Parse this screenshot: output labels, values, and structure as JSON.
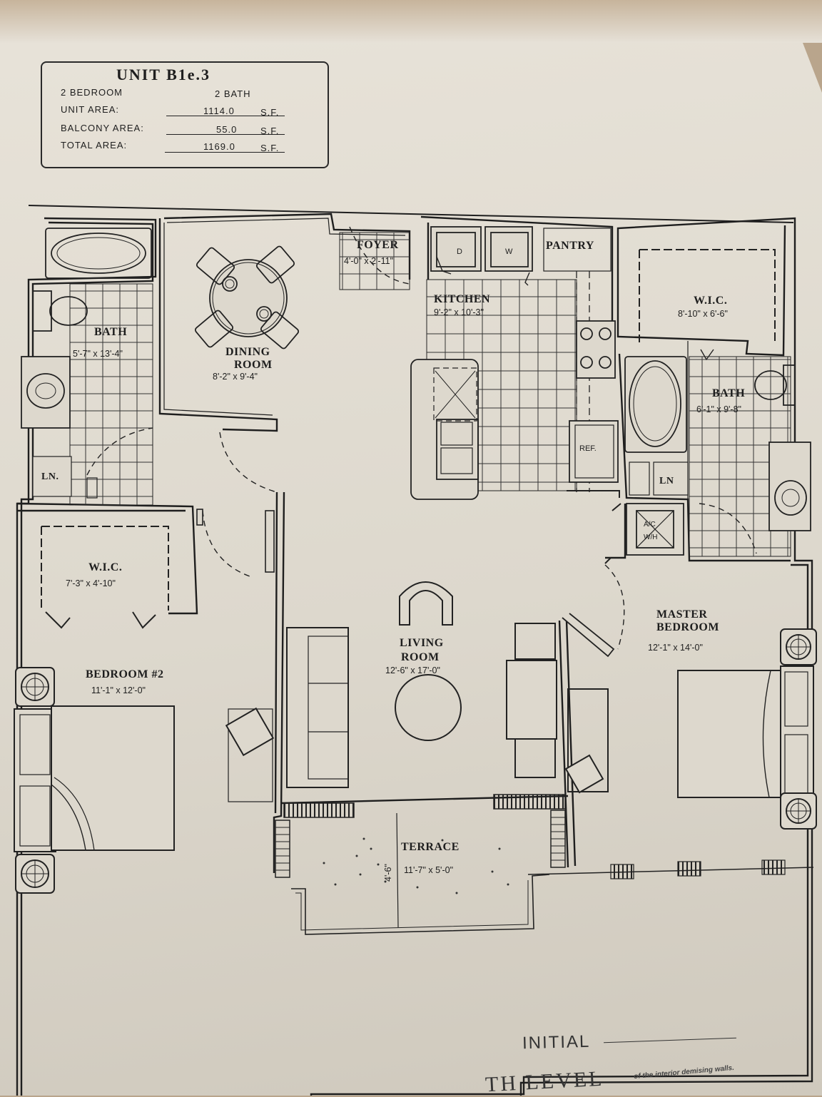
{
  "unit": {
    "title": "UNIT B1e.3",
    "bedrooms": "2 BEDROOM",
    "baths": "2 BATH",
    "rows": [
      {
        "label": "UNIT AREA:",
        "value": "1114.0",
        "unit": "S.F."
      },
      {
        "label": "BALCONY AREA:",
        "value": "55.0",
        "unit": "S.F."
      },
      {
        "label": "TOTAL AREA:",
        "value": "1169.0",
        "unit": "S.F."
      }
    ]
  },
  "rooms": {
    "foyer": {
      "name": "FOYER",
      "dim": "4'-0\" x 2'-11\""
    },
    "pantry": {
      "name": "PANTRY"
    },
    "kitchen": {
      "name": "KITCHEN",
      "dim": "9'-2\" x 10'-3\""
    },
    "dining": {
      "name1": "DINING",
      "name2": "ROOM",
      "dim": "8'-2\" x 9'-4\""
    },
    "bath1": {
      "name": "BATH",
      "dim": "5'-7\" x 13'-4\""
    },
    "wic_master": {
      "name": "W.I.C.",
      "dim": "8'-10\" x 6'-6\""
    },
    "bath2": {
      "name": "BATH",
      "dim": "6'-1\" x 9'-8\""
    },
    "wic2": {
      "name": "W.I.C.",
      "dim": "7'-3\" x 4'-10\""
    },
    "bedroom2": {
      "name": "BEDROOM #2",
      "dim": "11'-1\" x 12'-0\""
    },
    "living": {
      "name1": "LIVING",
      "name2": "ROOM",
      "dim": "12'-6\" x 17'-0\""
    },
    "master": {
      "name1": "MASTER",
      "name2": "BEDROOM",
      "dim": "12'-1\" x 14'-0\""
    },
    "terrace": {
      "name": "TERRACE",
      "dim": "11'-7\" x 5'-0\"",
      "depth": "4'-6\""
    }
  },
  "fixtures": {
    "dryer": "D",
    "washer": "W",
    "refrigerator": "REF.",
    "linen1": "LN.",
    "linen2": "LN",
    "ac": "A/C",
    "wh": "W/H"
  },
  "footer": {
    "initial": "INITIAL",
    "level": "TH LEVEL",
    "note": "of the interior demising walls."
  }
}
